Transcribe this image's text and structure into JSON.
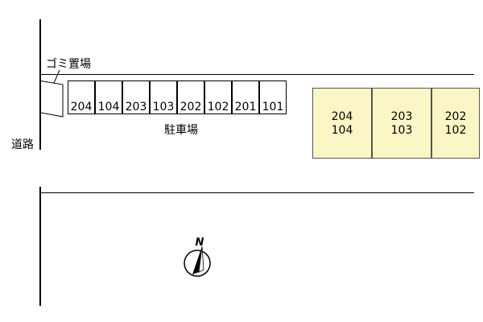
{
  "labels": {
    "garbage": "ゴミ置場",
    "parking": "駐車場",
    "road": "道路",
    "north": "N"
  },
  "parking_slots": [
    "204",
    "104",
    "203",
    "103",
    "202",
    "102",
    "201",
    "101"
  ],
  "buildings": [
    {
      "upper": "204",
      "lower": "104"
    },
    {
      "upper": "203",
      "lower": "103"
    },
    {
      "upper": "202",
      "lower": "102"
    }
  ],
  "colors": {
    "building_fill": "#fbf6c6",
    "line": "#000000"
  }
}
